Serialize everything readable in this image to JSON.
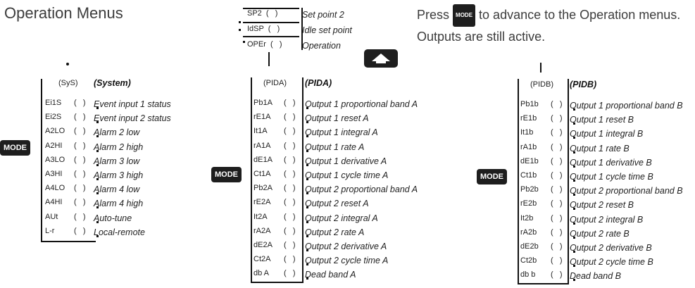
{
  "title": "Operation Menus",
  "note": {
    "before": "Press",
    "chip": "MODE",
    "after": "to advance to the Operation menus. Outputs are still active."
  },
  "mode_label": "MODE",
  "top_menu": [
    {
      "code": "SP2  (   )",
      "desc": "Set point 2"
    },
    {
      "code": "IdSP  (   )",
      "desc": "Idle set point"
    },
    {
      "code": "OPEr  (   )",
      "desc": "Operation"
    }
  ],
  "sys": {
    "header_code": "(SyS)",
    "header_desc": "(System)",
    "items": [
      {
        "code": "Ei1S",
        "desc": "Event input 1 status"
      },
      {
        "code": "Ei2S",
        "desc": "Event input 2 status"
      },
      {
        "code": "A2LO",
        "desc": "Alarm 2 low"
      },
      {
        "code": "A2HI",
        "desc": "Alarm 2 high"
      },
      {
        "code": "A3LO",
        "desc": "Alarm 3 low"
      },
      {
        "code": "A3HI",
        "desc": "Alarm 3 high"
      },
      {
        "code": "A4LO",
        "desc": "Alarm 4 low"
      },
      {
        "code": "A4HI",
        "desc": "Alarm 4 high"
      },
      {
        "code": "AUt",
        "desc": "Auto-tune"
      },
      {
        "code": "L-r",
        "desc": "Local-remote"
      }
    ]
  },
  "pida": {
    "header_code": "(PIDA)",
    "header_desc": "(PIDA)",
    "items": [
      {
        "code": "Pb1A",
        "desc": "Output 1 proportional band A"
      },
      {
        "code": "rE1A",
        "desc": "Output 1 reset A"
      },
      {
        "code": "It1A",
        "desc": "Output 1 integral A"
      },
      {
        "code": "rA1A",
        "desc": "Output 1 rate A"
      },
      {
        "code": "dE1A",
        "desc": "Output 1 derivative A"
      },
      {
        "code": "Ct1A",
        "desc": "Output 1 cycle time A"
      },
      {
        "code": "Pb2A",
        "desc": "Output 2 proportional band A"
      },
      {
        "code": "rE2A",
        "desc": "Output 2 reset A"
      },
      {
        "code": "It2A",
        "desc": "Output 2 integral A"
      },
      {
        "code": "rA2A",
        "desc": "Output 2 rate A"
      },
      {
        "code": "dE2A",
        "desc": "Output 2 derivative A"
      },
      {
        "code": "Ct2A",
        "desc": "Output 2 cycle time A"
      },
      {
        "code": "db A",
        "desc": "Dead band A"
      }
    ]
  },
  "pidb": {
    "header_code": "(PIDB)",
    "header_desc": "(PIDB)",
    "items": [
      {
        "code": "Pb1b",
        "desc": "Output 1 proportional band B"
      },
      {
        "code": "rE1b",
        "desc": "Output 1 reset B"
      },
      {
        "code": "It1b",
        "desc": "Output 1 integral B"
      },
      {
        "code": "rA1b",
        "desc": "Output 1 rate B"
      },
      {
        "code": "dE1b",
        "desc": "Output 1 derivative B"
      },
      {
        "code": "Ct1b",
        "desc": "Output 1 cycle time B"
      },
      {
        "code": "Pb2b",
        "desc": "Output 2 proportional band B"
      },
      {
        "code": "rE2b",
        "desc": "Output 2 reset B"
      },
      {
        "code": "It2b",
        "desc": "Output 2 integral B"
      },
      {
        "code": "rA2b",
        "desc": "Output 2 rate B"
      },
      {
        "code": "dE2b",
        "desc": "Output 2 derivative B"
      },
      {
        "code": "Ct2b",
        "desc": "Output 2 cycle time B"
      },
      {
        "code": "db b",
        "desc": "Dead band B"
      }
    ]
  },
  "paren": "(   )",
  "icons": {
    "up": "up-arrow-icon"
  }
}
